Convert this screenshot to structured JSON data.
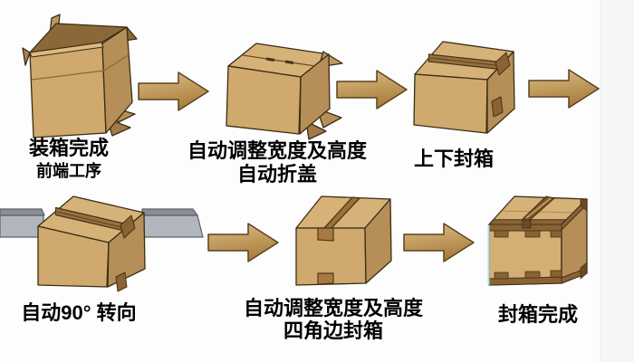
{
  "diagram_name": "carton-sealing-process-flow",
  "steps": [
    {
      "id": "packing-complete",
      "icon": "open-carton-box",
      "line1": "装箱完成",
      "line2": "前端工序"
    },
    {
      "id": "auto-adjust-fold-lid",
      "icon": "carton-flaps-folded",
      "line1": "自动调整宽度及高度",
      "line2": "自动折盖"
    },
    {
      "id": "top-bottom-sealing",
      "icon": "carton-taped-top",
      "line1": "上下封箱",
      "line2": ""
    },
    {
      "id": "auto-90-degree-turn",
      "icon": "carton-on-conveyor",
      "line1": "自动90° 转向",
      "line2": ""
    },
    {
      "id": "corner-edge-sealing",
      "icon": "carton-corner-taped",
      "line1": "自动调整宽度及高度",
      "line2": "四角边封箱"
    },
    {
      "id": "sealing-complete",
      "icon": "carton-finished-crate",
      "line1": "封箱完成",
      "line2": ""
    }
  ],
  "arrow": {
    "icon": "right-arrow",
    "direction": "right",
    "count": 5
  },
  "colors": {
    "carton_front": "#cfa96d",
    "carton_top": "#d7b278",
    "carton_side": "#b68e58",
    "carton_interior": "#8a683a",
    "tape_dark": "#8a6234",
    "tape_medium": "#9a7038",
    "outline": "#3a2d14",
    "arrow_gradient_light": "#dcbc84",
    "arrow_gradient_dark": "#a87f3e",
    "conveyor_gray": "#b2b6be",
    "background": "#fdfdfd",
    "crate_edge_highlight": "#a8dce0"
  }
}
